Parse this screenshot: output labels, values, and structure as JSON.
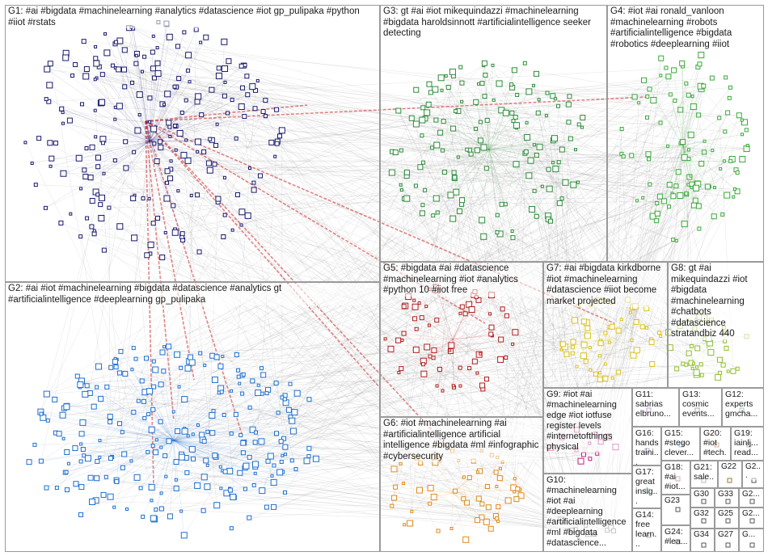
{
  "graph": {
    "groups": [
      {
        "id": "G1",
        "text": "G1: #ai #bigdata #machinelearning #analytics #datascience #iot gp_pulipaka #python\n#iiot #rstats",
        "color": "#1a1a6e"
      },
      {
        "id": "G2",
        "text": "G2: #ai #iot #machinelearning #bigdata #datascience #analytics gt\n#artificialintelligence #deeplearning gp_pulipaka",
        "color": "#1f6fd0"
      },
      {
        "id": "G3",
        "text": "G3: gt #ai #iot mikequindazzi #machinelearning\n#bigdata haroldsinnott #artificialintelligence seeker\ndetecting",
        "color": "#2e8b3a"
      },
      {
        "id": "G4",
        "text": "G4: #iot #ai ronald_vanloon\n#machinelearning #robots\n#artificialintelligence #bigdata\n#robotics #deeplearning #iiot",
        "color": "#3ca83c"
      },
      {
        "id": "G5",
        "text": "G5: #bigdata #ai #datascience\n#machinelearning #iot #analytics\n#python 10 #iiot free",
        "color": "#b01c1c"
      },
      {
        "id": "G6",
        "text": "G6: #iot #machinelearning #ai\n#artificialintelligence artificial\nintelligence #bigdata #ml #infographic\n#cybersecurity",
        "color": "#e08a1a"
      },
      {
        "id": "G7",
        "text": "G7: #ai #bigdata kirkdborne\n#iot #machinelearning\n#datascience #iiot become\nmarket projected",
        "color": "#d8c21c"
      },
      {
        "id": "G8",
        "text": "G8: gt #ai\nmikequindazzi #iot\n#bigdata\n#machinelearning\n#chatbots\n#datascience\nstratandbiz 440",
        "color": "#8fbf2a"
      },
      {
        "id": "G9",
        "text": "G9: #iot #ai\n#machinelearning\nedge #iot iotfuse\nregister levels\n#internetofthings\nphysical",
        "color": "#c02080"
      },
      {
        "id": "G10",
        "text": "G10:\n#machinelearning\n#iot #ai\n#deeplearning\n#artificialintelligence\n#ml #bigdata\n#datascience...",
        "color": "#808080"
      },
      {
        "id": "G11",
        "text": "G11:\nsabrias\nelbruno...",
        "color": "#7a3a9a"
      },
      {
        "id": "G12",
        "text": "G12:\nexperts\ngmcha...",
        "color": "#404040"
      },
      {
        "id": "G13",
        "text": "G13:\ncosmic\nevents...",
        "color": "#2a7a7a"
      },
      {
        "id": "G14",
        "text": "G14:\nfree\nlearn...",
        "color": "#5050a0"
      },
      {
        "id": "G15",
        "text": "G15:\n#stego\nclever...",
        "color": "#4080c0"
      },
      {
        "id": "G16",
        "text": "G16:\nhands\ntraini...",
        "color": "#a05020"
      },
      {
        "id": "G17",
        "text": "G17:\ngreat\ninsig...",
        "color": "#6a6a6a"
      },
      {
        "id": "G18",
        "text": "G18:\n#ai\n#iot...",
        "color": "#3a8a5a"
      },
      {
        "id": "G19",
        "text": "G19:\niainlj...\nread...",
        "color": "#9a4a4a"
      },
      {
        "id": "G20",
        "text": "G20:\n#iot\n#tech...",
        "color": "#4a6a9a"
      },
      {
        "id": "G21",
        "text": "G21:\nsale...",
        "color": "#9a7a2a"
      },
      {
        "id": "G22",
        "text": "G22",
        "color": "#555555"
      },
      {
        "id": "G23",
        "text": "G23",
        "color": "#555555"
      },
      {
        "id": "G24",
        "text": "G24:\n#lea...",
        "color": "#555555"
      },
      {
        "id": "G25",
        "text": "G25",
        "color": "#555555"
      },
      {
        "id": "G26",
        "text": "G2...",
        "color": "#555555"
      },
      {
        "id": "G27",
        "text": "G27",
        "color": "#555555"
      },
      {
        "id": "G28",
        "text": "G2...",
        "color": "#555555"
      },
      {
        "id": "G29",
        "text": "G2...",
        "color": "#555555"
      },
      {
        "id": "G30",
        "text": "G30",
        "color": "#555555"
      },
      {
        "id": "G31",
        "text": "G...",
        "color": "#555555"
      },
      {
        "id": "G32",
        "text": "G32",
        "color": "#555555"
      },
      {
        "id": "G33",
        "text": "G33",
        "color": "#555555"
      },
      {
        "id": "G34",
        "text": "G34",
        "color": "#555555"
      }
    ]
  }
}
